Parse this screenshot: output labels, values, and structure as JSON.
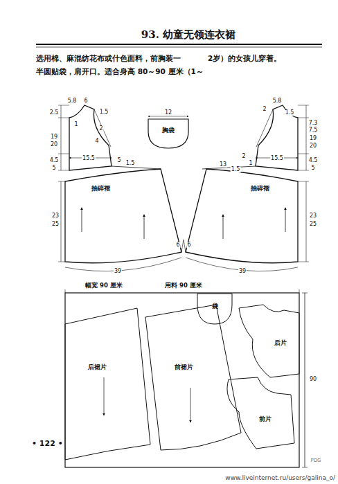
{
  "diagram": {
    "title": "93. 幼童无领连衣裙",
    "nodes": [
      {
        "text": [
          "胸袋"
        ]
      },
      {
        "text": [
          "抽碎褶"
        ]
      },
      {
        "text": [
          "抽碎褶"
        ]
      },
      {
        "text": [
          "后裙片"
        ]
      },
      {
        "text": [
          "前裙片"
        ]
      },
      {
        "text": [
          "袋"
        ]
      },
      {
        "text": [
          "后片"
        ]
      },
      {
        "text": [
          "前片"
        ]
      }
    ],
    "labels": [
      "选用棉、麻混纺花布或什色面料，前胸装一",
      "2岁）的女孩儿穿着。",
      "半圆贴袋，肩开口。适合身高 80～90 厘米（1～",
      "5.8",
      "2.5",
      "6",
      "1.5",
      "1",
      "2",
      "19",
      "20",
      "4",
      "4.5",
      "5",
      "15.5",
      "1.5",
      "5",
      "12",
      "5.8",
      "2",
      "7.3",
      "7.5",
      "1.5",
      "19",
      "20",
      "4.5",
      "5",
      "15.5",
      "2",
      "1",
      "13",
      "1.5",
      "23",
      "25",
      "23",
      "25",
      "6",
      "6",
      "39",
      "39",
      "幅宽 90 厘米",
      "用料 90 厘米",
      "90",
      "• 122 •",
      "www.liveinternet.ru/users/galina_o/",
      "PDG"
    ]
  }
}
